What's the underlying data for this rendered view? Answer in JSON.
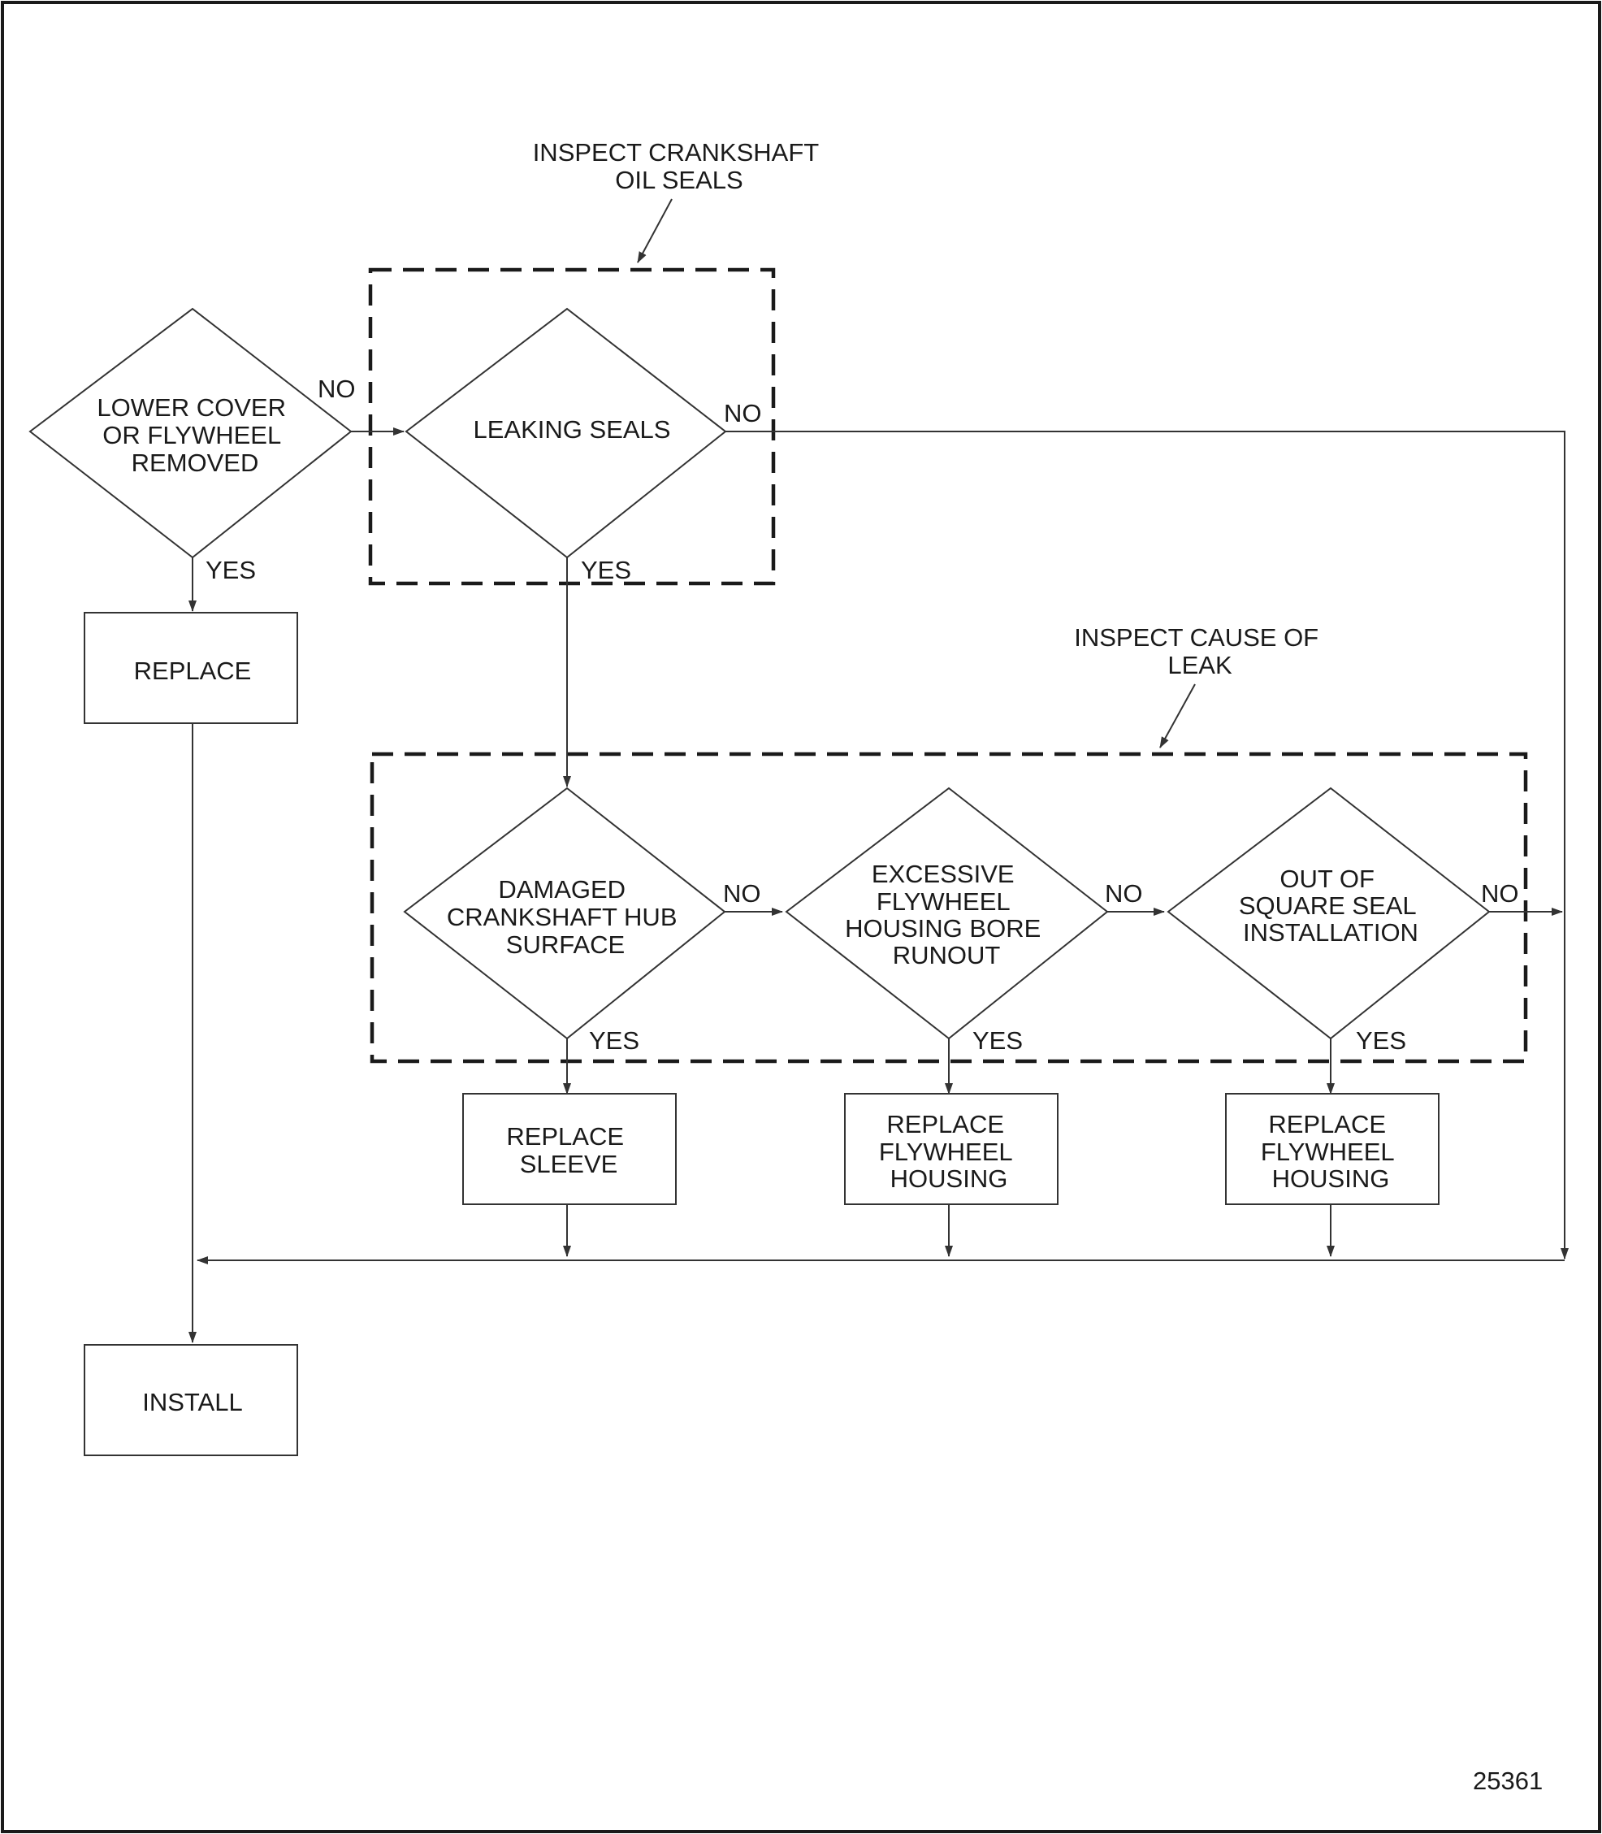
{
  "figure_number": "25361",
  "groups": {
    "seals": {
      "label": [
        "INSPECT CRANKSHAFT",
        "OIL SEALS"
      ]
    },
    "cause": {
      "label": [
        "INSPECT CAUSE OF",
        "LEAK"
      ]
    }
  },
  "decisions": {
    "lower_cover": {
      "lines": [
        "LOWER COVER",
        "OR FLYWHEEL",
        "REMOVED"
      ]
    },
    "leaking_seals": {
      "lines": [
        "LEAKING SEALS"
      ]
    },
    "hub_surface": {
      "lines": [
        "DAMAGED",
        "CRANKSHAFT HUB",
        "SURFACE"
      ]
    },
    "bore_runout": {
      "lines": [
        "EXCESSIVE",
        "FLYWHEEL",
        "HOUSING BORE",
        "RUNOUT"
      ]
    },
    "square_seal": {
      "lines": [
        "OUT OF",
        "SQUARE SEAL",
        "INSTALLATION"
      ]
    }
  },
  "actions": {
    "replace": {
      "lines": [
        "REPLACE"
      ]
    },
    "replace_sleeve": {
      "lines": [
        "REPLACE",
        "SLEEVE"
      ]
    },
    "replace_housing_1": {
      "lines": [
        "REPLACE",
        "FLYWHEEL",
        "HOUSING"
      ]
    },
    "replace_housing_2": {
      "lines": [
        "REPLACE",
        "FLYWHEEL",
        "HOUSING"
      ]
    },
    "install": {
      "lines": [
        "INSTALL"
      ]
    }
  },
  "edge_labels": {
    "lower_cover_no": "NO",
    "lower_cover_yes": "YES",
    "leaking_seals_no": "NO",
    "leaking_seals_yes": "YES",
    "hub_no": "NO",
    "hub_yes": "YES",
    "bore_no": "NO",
    "bore_yes": "YES",
    "square_no": "NO",
    "square_yes": "YES"
  }
}
